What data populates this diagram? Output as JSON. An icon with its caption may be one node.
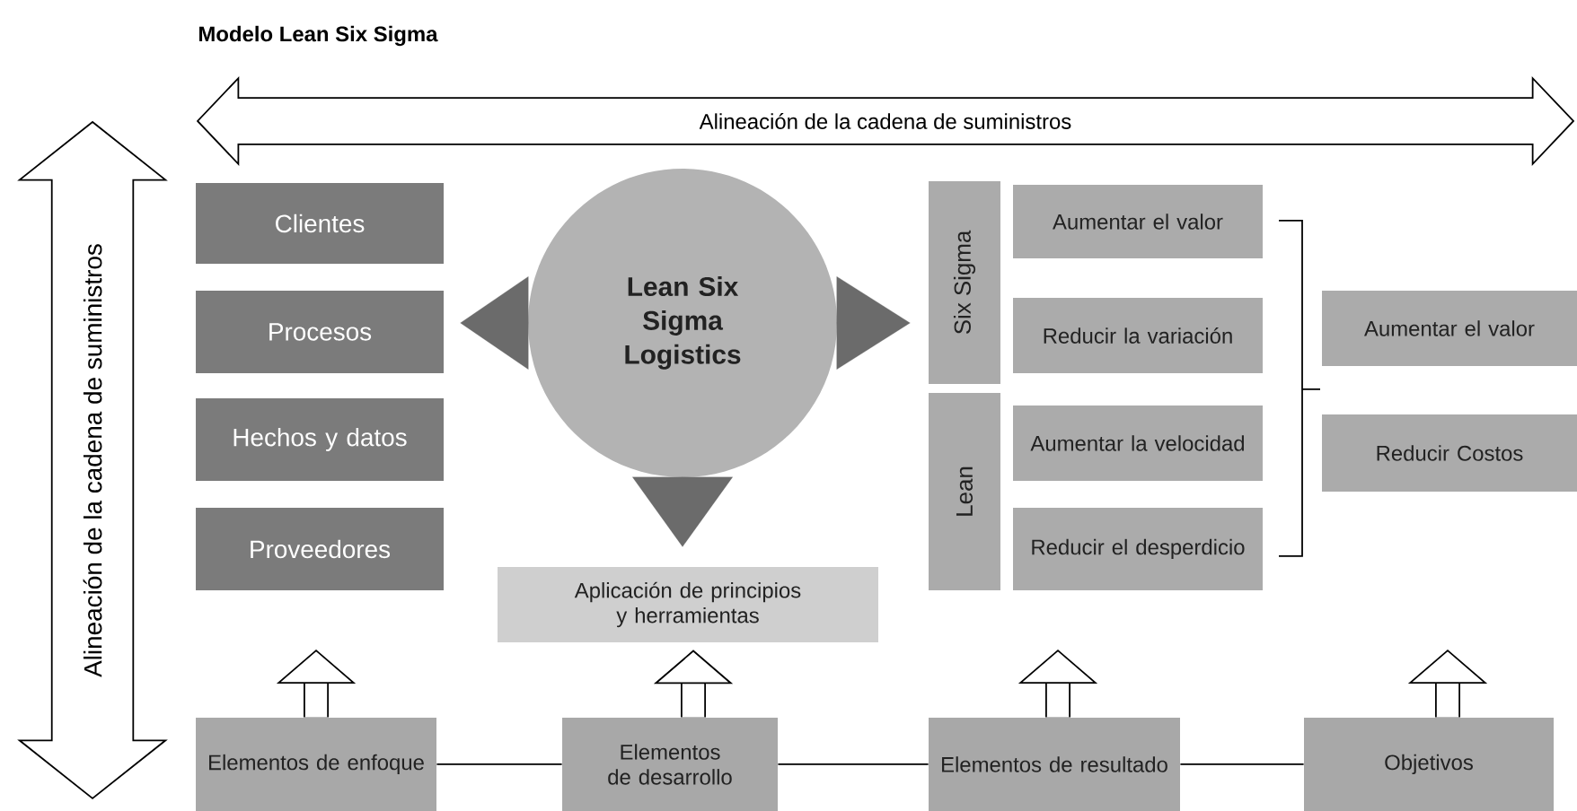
{
  "diagram": {
    "title": "Modelo Lean Six Sigma",
    "nodes": [
      {
        "text": [
          "Alineación de la cadena de suministros"
        ]
      },
      {
        "text": [
          "Alineación de la cadena de suministros"
        ]
      },
      {
        "text": [
          "Clientes"
        ]
      },
      {
        "text": [
          "Procesos"
        ]
      },
      {
        "text": [
          "Hechos y datos"
        ]
      },
      {
        "text": [
          "Proveedores"
        ]
      },
      {
        "text": [
          "Lean Six Sigma Logistics"
        ]
      },
      {
        "text": [
          "Six Sigma"
        ]
      },
      {
        "text": [
          "Aumentar el valor"
        ]
      },
      {
        "text": [
          "Reducir la variación"
        ]
      },
      {
        "text": [
          "Lean"
        ]
      },
      {
        "text": [
          "Aumentar la velocidad"
        ]
      },
      {
        "text": [
          "Reducir el desperdicio"
        ]
      },
      {
        "text": [
          "Aumentar el valor"
        ]
      },
      {
        "text": [
          "Reducir Costos"
        ]
      },
      {
        "text": [
          "Aplicación de principios y herramientas"
        ]
      },
      {
        "text": [
          "Elementos de enfoque"
        ]
      },
      {
        "text": [
          "Elementos de desarrollo"
        ]
      },
      {
        "text": [
          "Elementos de resultado"
        ]
      },
      {
        "text": [
          "Objetivos"
        ]
      }
    ],
    "edges": [
      {
        "from": 6,
        "to": 3,
        "arrow": "to",
        "color": "#6b6b6b"
      },
      {
        "from": 6,
        "to": 7,
        "arrow": "to",
        "color": "#6b6b6b"
      },
      {
        "from": 6,
        "to": 15,
        "arrow": "to",
        "color": "#6b6b6b"
      },
      {
        "from": 16,
        "to": null,
        "arrow": "to"
      },
      {
        "from": 17,
        "to": 15,
        "arrow": "to"
      },
      {
        "from": 18,
        "to": null,
        "arrow": "to"
      },
      {
        "from": 19,
        "to": null,
        "arrow": "to"
      },
      {
        "from": 16,
        "to": 17,
        "arrow": "none"
      },
      {
        "from": 17,
        "to": 18,
        "arrow": "none"
      },
      {
        "from": 18,
        "to": 19,
        "arrow": "none"
      }
    ]
  }
}
